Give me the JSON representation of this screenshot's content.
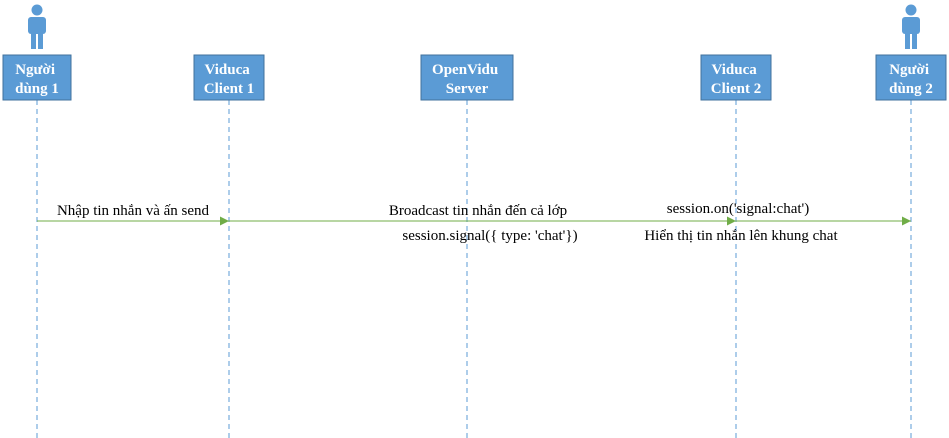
{
  "colors": {
    "box_fill": "#5b9bd5",
    "box_border": "#41719c",
    "lifeline": "#5b9bd5",
    "message_arrow": "#70ad47",
    "actor": "#5b9bd5",
    "label_text": "#000000"
  },
  "participants": [
    {
      "id": "user1",
      "kind": "actor",
      "icon": "person-icon",
      "label_lines": [
        "Người",
        "dùng 1"
      ]
    },
    {
      "id": "client1",
      "kind": "box",
      "label_lines": [
        "Viduca",
        "Client 1"
      ]
    },
    {
      "id": "server",
      "kind": "box",
      "label_lines": [
        "OpenVidu",
        "Server"
      ]
    },
    {
      "id": "client2",
      "kind": "box",
      "label_lines": [
        "Viduca",
        "Client 2"
      ]
    },
    {
      "id": "user2",
      "kind": "actor",
      "icon": "person-icon",
      "label_lines": [
        "Người",
        "dùng 2"
      ]
    }
  ],
  "messages": [
    {
      "from": "user1",
      "to": "client1",
      "label": "Nhập tin nhắn và ấn send"
    },
    {
      "from": "client1",
      "to": "client2",
      "label": "Broadcast tin nhắn đến cả lớp",
      "sublabel": "session.signal({ type: 'chat'})"
    },
    {
      "from": "client2",
      "to": "user2",
      "label": "session.on('signal:chat')",
      "sublabel": "Hiển thị tin nhắn lên khung chat"
    }
  ]
}
